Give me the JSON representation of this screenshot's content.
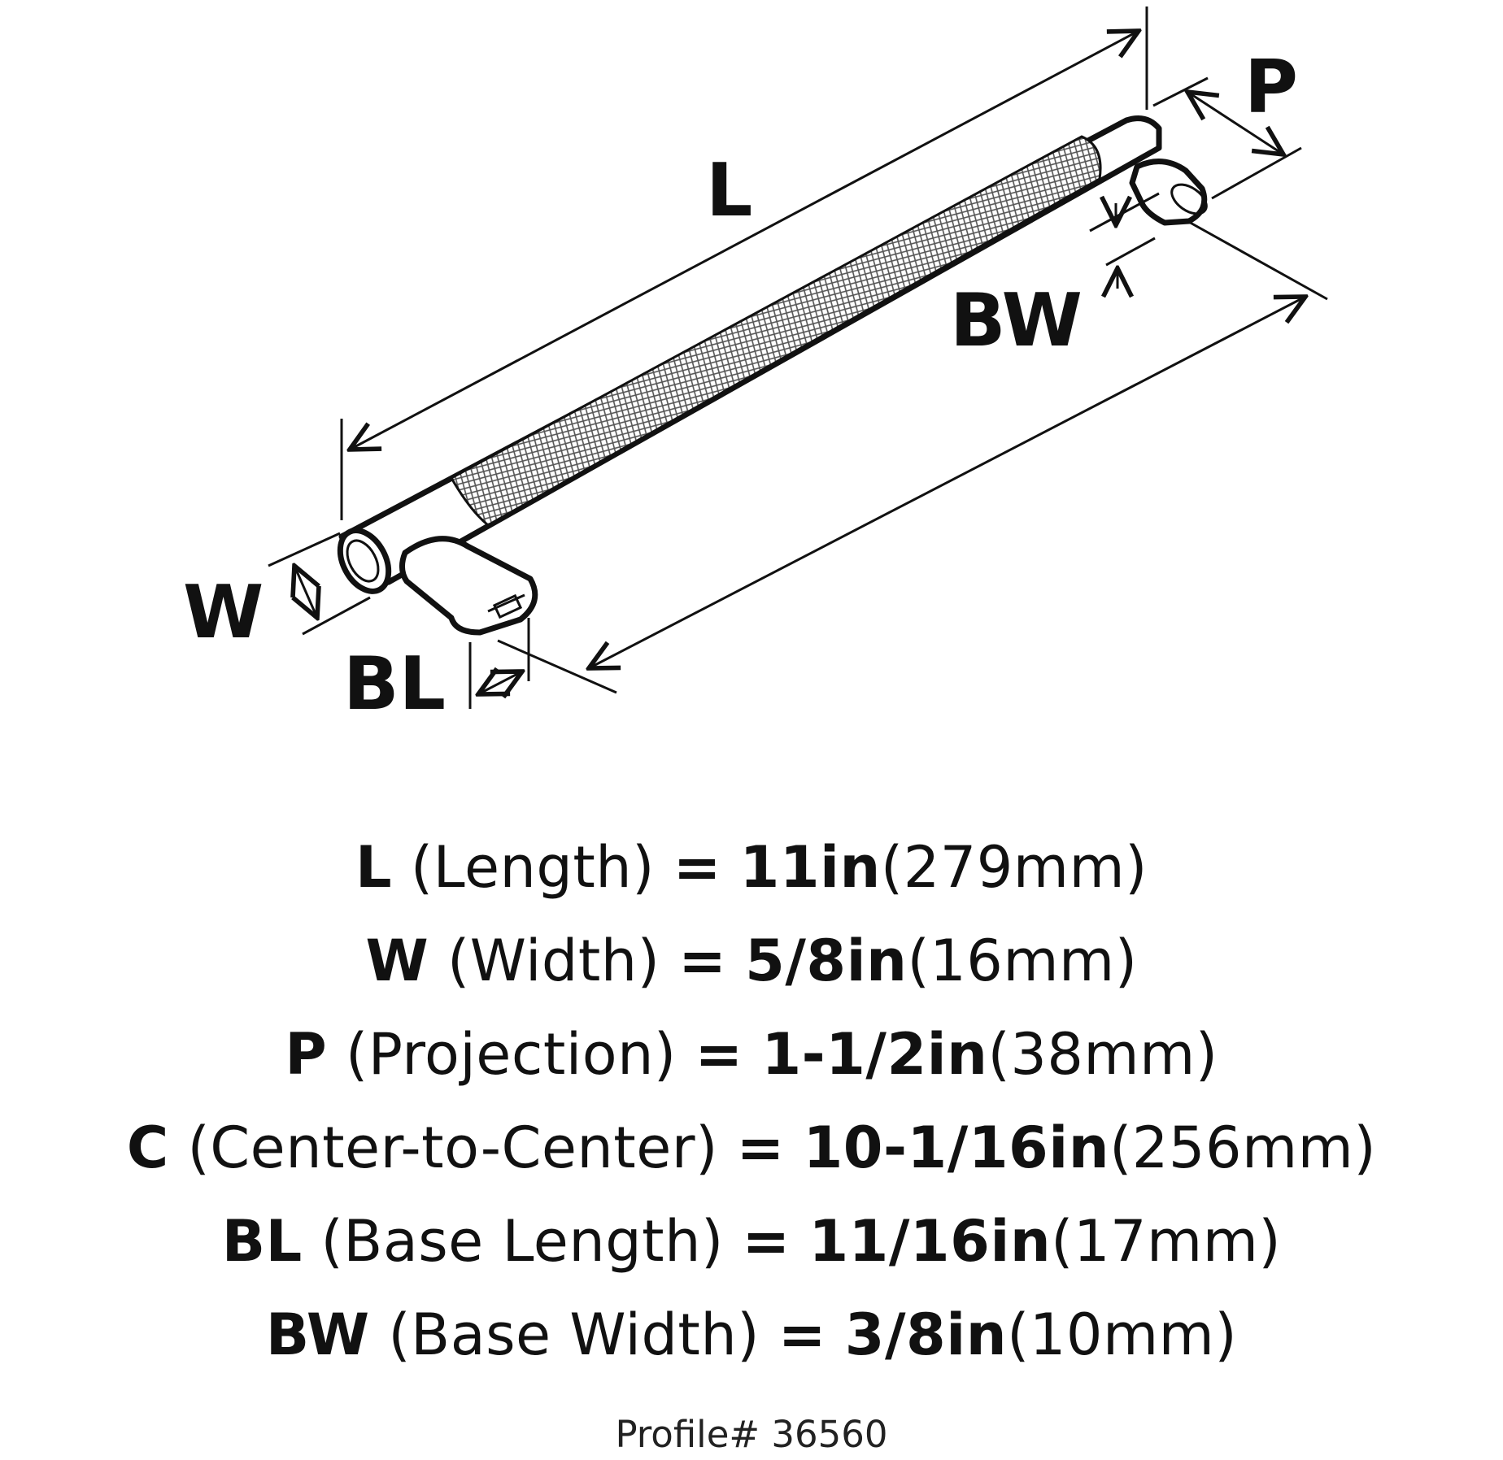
{
  "diagram": {
    "labels": {
      "length": "L",
      "projection": "P",
      "base_width": "BW",
      "width": "W",
      "base_length": "BL"
    }
  },
  "specs": [
    {
      "key": "L",
      "name": "(Length)",
      "eq": "=",
      "imperial": "11in",
      "metric": "(279mm)"
    },
    {
      "key": "W",
      "name": "(Width)",
      "eq": "=",
      "imperial": "5/8in",
      "metric": "(16mm)"
    },
    {
      "key": "P",
      "name": "(Projection)",
      "eq": "=",
      "imperial": "1-1/2in",
      "metric": "(38mm)"
    },
    {
      "key": "C",
      "name": "(Center-to-Center)",
      "eq": "=",
      "imperial": "10-1/16in",
      "metric": "(256mm)"
    },
    {
      "key": "BL",
      "name": "(Base Length)",
      "eq": "=",
      "imperial": "11/16in",
      "metric": "(17mm)"
    },
    {
      "key": "BW",
      "name": "(Base Width)",
      "eq": "=",
      "imperial": "3/8in",
      "metric": "(10mm)"
    }
  ],
  "profile": "Profile# 36560"
}
